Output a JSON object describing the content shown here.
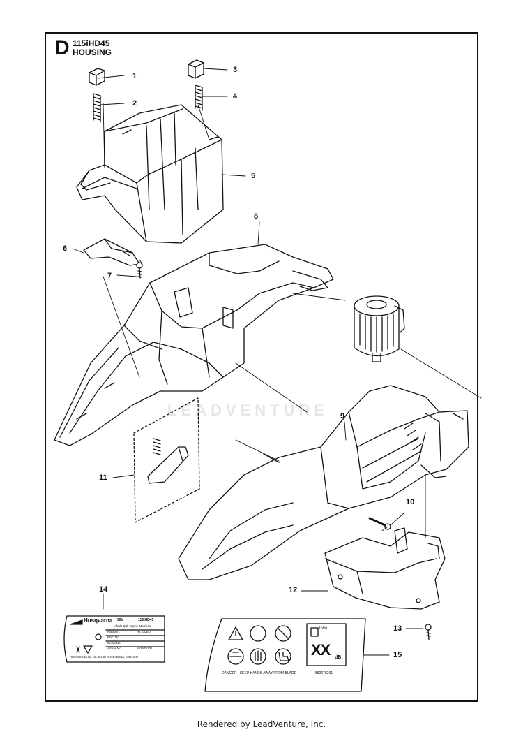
{
  "header": {
    "section_letter": "D",
    "model": "115iHD45",
    "title": "HOUSING"
  },
  "callouts": [
    "1",
    "2",
    "3",
    "4",
    "5",
    "6",
    "7",
    "8",
    "9",
    "10",
    "11",
    "12",
    "13",
    "14",
    "15"
  ],
  "watermark": "LEADVENTURE",
  "rating_label": {
    "brand": "Husqvarna",
    "voltage": "36V",
    "model": "115iHD45",
    "subtitle": "Akülü Çalı Biçme Makinesi",
    "rows": [
      {
        "key": "Platform:",
        "value": "HT100EU"
      },
      {
        "key": "PNC No.",
        "value": ""
      },
      {
        "key": "Serial No.",
        "value": ""
      },
      {
        "key": "Article No.",
        "value": "582678101"
      }
    ],
    "address": "HUSQVARNA AB, SE-561 82 HUSKVARNA, SWEDEN"
  },
  "warning_decal": {
    "caption": "DANGER - KEEP HANDS AWAY FROM BLADE",
    "part_number": "582678201",
    "noise_code": "XX",
    "noise_unit_top": "Lwa",
    "noise_unit_bottom": "dB"
  },
  "footer": {
    "text": "Rendered by LeadVenture, Inc."
  }
}
